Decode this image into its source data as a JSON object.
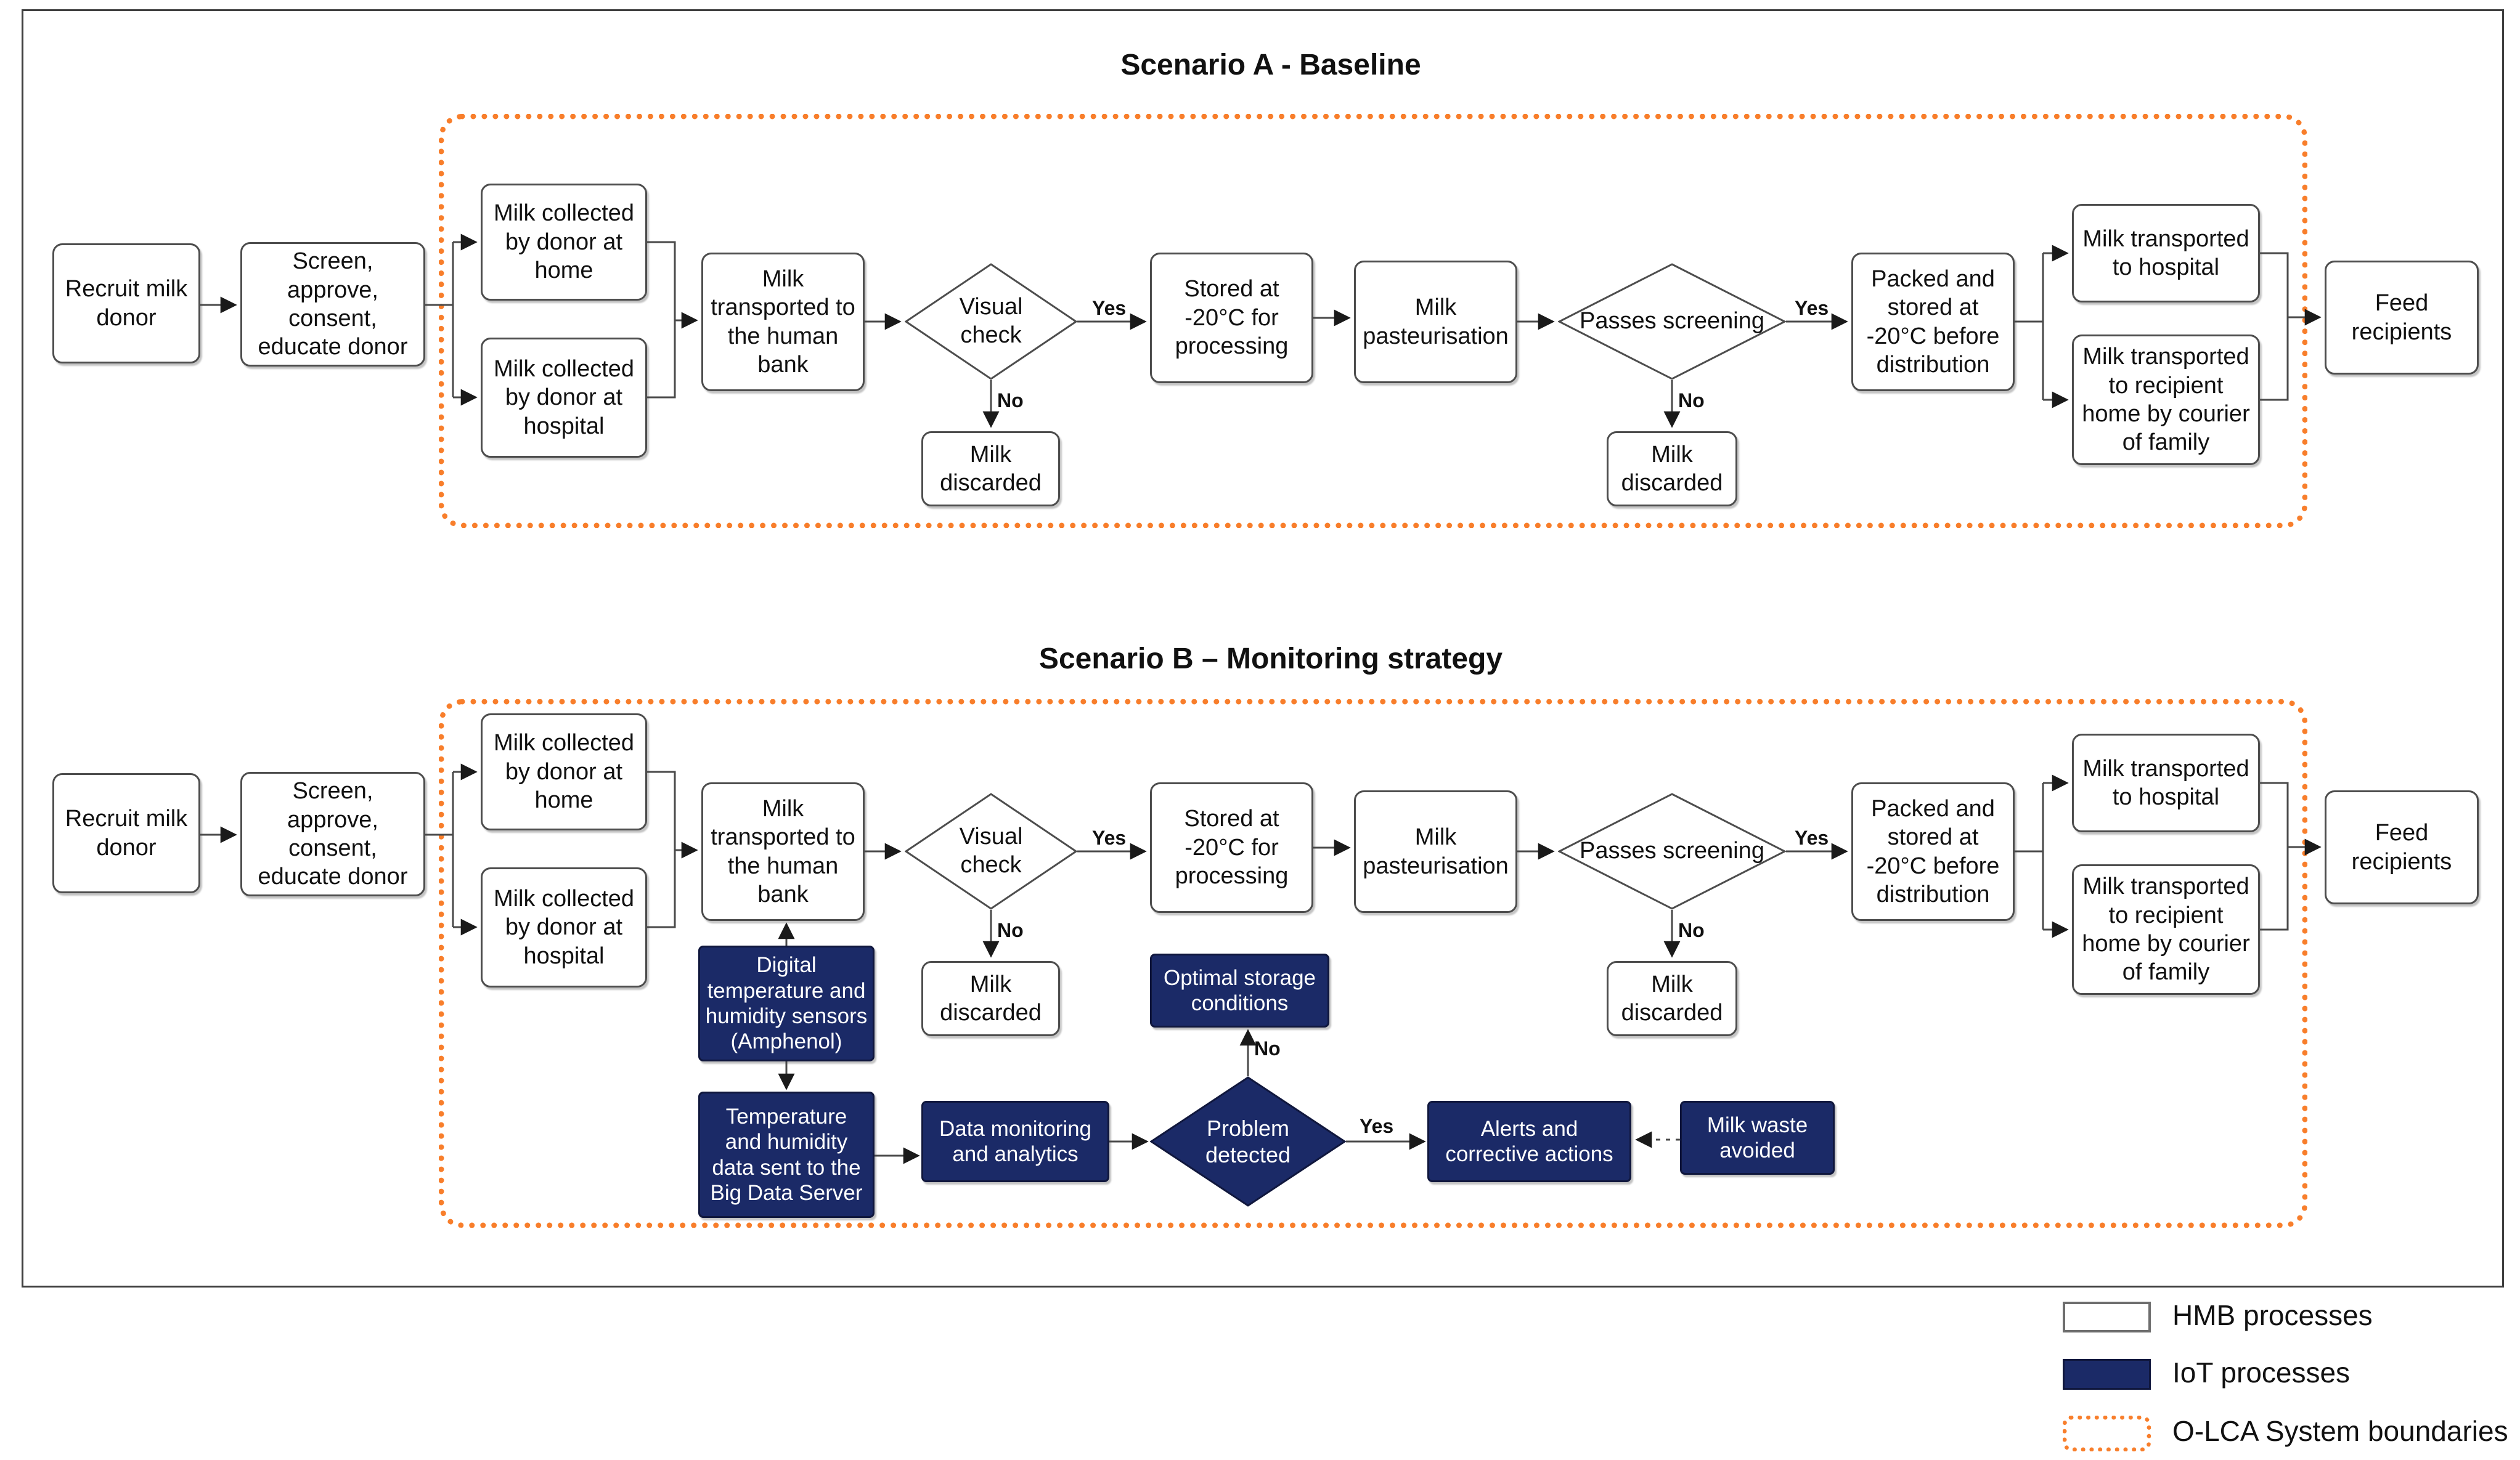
{
  "scenario_a": {
    "title": "Scenario A - Baseline",
    "nodes": {
      "recruit": "Recruit milk donor",
      "screen": "Screen, approve, consent, educate donor",
      "collected_home": "Milk collected by donor at home",
      "collected_hospital": "Milk collected by donor at hospital",
      "transported_bank": "Milk transported to the human bank",
      "visual_check": "Visual check",
      "visual_discard": "Milk discarded",
      "stored_processing": "Stored at -20°C for processing",
      "pasteurisation": "Milk pasteurisation",
      "passes_screening": "Passes screening",
      "screening_discard": "Milk discarded",
      "packed_stored": "Packed and stored at -20°C before distribution",
      "transported_hospital": "Milk transported to hospital",
      "transported_recipient": "Milk transported to recipient home by courier of family",
      "feed_recipients": "Feed recipients"
    }
  },
  "scenario_b": {
    "title": "Scenario B – Monitoring strategy",
    "nodes": {
      "recruit": "Recruit milk donor",
      "screen": "Screen, approve, consent, educate donor",
      "collected_home": "Milk collected by donor at home",
      "collected_hospital": "Milk collected by donor at hospital",
      "transported_bank": "Milk transported to the human bank",
      "visual_check": "Visual check",
      "visual_discard": "Milk discarded",
      "stored_processing": "Stored at -20°C for processing",
      "pasteurisation": "Milk pasteurisation",
      "passes_screening": "Passes screening",
      "screening_discard": "Milk discarded",
      "packed_stored": "Packed and stored at -20°C before distribution",
      "transported_hospital": "Milk transported to hospital",
      "transported_recipient": "Milk transported to recipient home by courier of family",
      "feed_recipients": "Feed recipients"
    },
    "iot": {
      "digital_sensors": "Digital temperature and humidity sensors (Amphenol)",
      "data_sent": "Temperature and humidity data sent to the Big Data Server",
      "data_monitoring": "Data monitoring and analytics",
      "problem_detected": "Problem detected",
      "optimal_storage": "Optimal storage conditions",
      "alerts": "Alerts and corrective actions",
      "milk_waste": "Milk waste avoided"
    }
  },
  "edge_labels": {
    "yes": "Yes",
    "no": "No"
  },
  "legend": {
    "hmb": "HMB processes",
    "iot": "IoT processes",
    "olca": "O-LCA System boundaries"
  },
  "colors": {
    "iot_navy": "#1b2a67",
    "boundary_orange": "#f87e2b",
    "box_border": "#4d4d4d"
  }
}
